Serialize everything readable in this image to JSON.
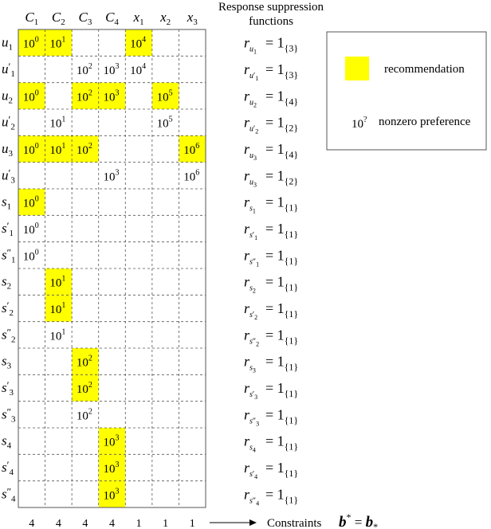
{
  "columns": [
    {
      "letter": "C",
      "sub": "1"
    },
    {
      "letter": "C",
      "sub": "2"
    },
    {
      "letter": "C",
      "sub": "3"
    },
    {
      "letter": "C",
      "sub": "4"
    },
    {
      "letter": "x",
      "sub": "1"
    },
    {
      "letter": "x",
      "sub": "2"
    },
    {
      "letter": "x",
      "sub": "3"
    }
  ],
  "header_right": [
    "Response suppression",
    "functions"
  ],
  "rows": [
    {
      "base": "u",
      "prime": "",
      "sub": "1",
      "fsub": "1",
      "fprime": "",
      "set": "3",
      "cells": [
        {
          "c": 0,
          "exp": "0",
          "hl": true
        },
        {
          "c": 1,
          "exp": "1",
          "hl": true
        },
        {
          "c": 4,
          "exp": "4",
          "hl": true
        }
      ]
    },
    {
      "base": "u",
      "prime": "′",
      "sub": "1",
      "fsub": "1",
      "fprime": "′",
      "set": "3",
      "cells": [
        {
          "c": 2,
          "exp": "2",
          "hl": false
        },
        {
          "c": 3,
          "exp": "3",
          "hl": false
        },
        {
          "c": 4,
          "exp": "4",
          "hl": false
        }
      ]
    },
    {
      "base": "u",
      "prime": "",
      "sub": "2",
      "fsub": "2",
      "fprime": "",
      "set": "4",
      "cells": [
        {
          "c": 0,
          "exp": "0",
          "hl": true
        },
        {
          "c": 2,
          "exp": "2",
          "hl": true
        },
        {
          "c": 3,
          "exp": "3",
          "hl": true
        },
        {
          "c": 5,
          "exp": "5",
          "hl": true
        }
      ]
    },
    {
      "base": "u",
      "prime": "′",
      "sub": "2",
      "fsub": "2",
      "fprime": "′",
      "set": "2",
      "cells": [
        {
          "c": 1,
          "exp": "1",
          "hl": false
        },
        {
          "c": 5,
          "exp": "5",
          "hl": false
        }
      ]
    },
    {
      "base": "u",
      "prime": "",
      "sub": "3",
      "fsub": "3",
      "fprime": "",
      "set": "4",
      "cells": [
        {
          "c": 0,
          "exp": "0",
          "hl": true
        },
        {
          "c": 1,
          "exp": "1",
          "hl": true
        },
        {
          "c": 2,
          "exp": "2",
          "hl": true
        },
        {
          "c": 6,
          "exp": "6",
          "hl": true
        }
      ]
    },
    {
      "base": "u",
      "prime": "′",
      "sub": "3",
      "fsub": "3",
      "fprime": "",
      "set": "2",
      "cells": [
        {
          "c": 3,
          "exp": "3",
          "hl": false
        },
        {
          "c": 6,
          "exp": "6",
          "hl": false
        }
      ]
    },
    {
      "base": "s",
      "prime": "",
      "sub": "1",
      "fsub": "1",
      "fprime": "",
      "set": "1",
      "cells": [
        {
          "c": 0,
          "exp": "0",
          "hl": true
        }
      ]
    },
    {
      "base": "s",
      "prime": "′",
      "sub": "1",
      "fsub": "1",
      "fprime": "′",
      "set": "1",
      "cells": [
        {
          "c": 0,
          "exp": "0",
          "hl": false
        }
      ]
    },
    {
      "base": "s",
      "prime": "″",
      "sub": "1",
      "fsub": "1",
      "fprime": "″",
      "set": "1",
      "cells": [
        {
          "c": 0,
          "exp": "0",
          "hl": false
        }
      ]
    },
    {
      "base": "s",
      "prime": "",
      "sub": "2",
      "fsub": "2",
      "fprime": "",
      "set": "1",
      "cells": [
        {
          "c": 1,
          "exp": "1",
          "hl": true
        }
      ]
    },
    {
      "base": "s",
      "prime": "′",
      "sub": "2",
      "fsub": "2",
      "fprime": "′",
      "set": "1",
      "cells": [
        {
          "c": 1,
          "exp": "1",
          "hl": true
        }
      ]
    },
    {
      "base": "s",
      "prime": "″",
      "sub": "2",
      "fsub": "2",
      "fprime": "″",
      "set": "1",
      "cells": [
        {
          "c": 1,
          "exp": "1",
          "hl": false
        }
      ]
    },
    {
      "base": "s",
      "prime": "",
      "sub": "3",
      "fsub": "3",
      "fprime": "",
      "set": "1",
      "cells": [
        {
          "c": 2,
          "exp": "2",
          "hl": true
        }
      ]
    },
    {
      "base": "s",
      "prime": "′",
      "sub": "3",
      "fsub": "3",
      "fprime": "′",
      "set": "1",
      "cells": [
        {
          "c": 2,
          "exp": "2",
          "hl": true
        }
      ]
    },
    {
      "base": "s",
      "prime": "″",
      "sub": "3",
      "fsub": "3",
      "fprime": "″",
      "set": "1",
      "cells": [
        {
          "c": 2,
          "exp": "2",
          "hl": false
        }
      ]
    },
    {
      "base": "s",
      "prime": "",
      "sub": "4",
      "fsub": "4",
      "fprime": "",
      "set": "1",
      "cells": [
        {
          "c": 3,
          "exp": "3",
          "hl": true
        }
      ]
    },
    {
      "base": "s",
      "prime": "′",
      "sub": "4",
      "fsub": "4",
      "fprime": "′",
      "set": "1",
      "cells": [
        {
          "c": 3,
          "exp": "3",
          "hl": true
        }
      ]
    },
    {
      "base": "s",
      "prime": "″",
      "sub": "4",
      "fsub": "4",
      "fprime": "″",
      "set": "1",
      "cells": [
        {
          "c": 3,
          "exp": "3",
          "hl": true
        }
      ]
    }
  ],
  "cell_base": "10",
  "func_symbol": "r",
  "func_rhs_prefix": "= 1",
  "constraint_counts": [
    "4",
    "4",
    "4",
    "4",
    "1",
    "1",
    "1"
  ],
  "constraints_label": "Constraints",
  "constraints_formula": {
    "lhs": "b",
    "lhs_sup": "*",
    "eq": "=",
    "rhs": "b",
    "rhs_sub": "*"
  },
  "legend": {
    "recommendation_label": "recommendation",
    "preference_symbol": "10",
    "preference_sup": "?",
    "preference_label": "nonzero preference"
  },
  "colors": {
    "highlight": "#ffff00",
    "grid": "#555555",
    "line": "#000000"
  }
}
